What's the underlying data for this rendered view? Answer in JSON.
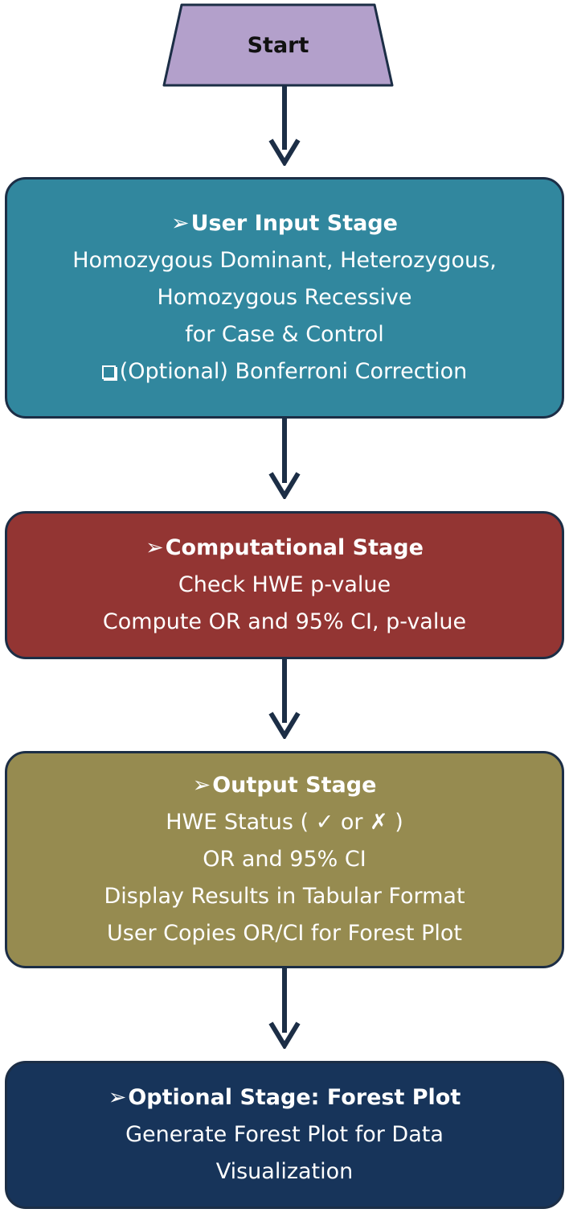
{
  "start": {
    "label": "Start",
    "fill": "#b3a0cb"
  },
  "arrow_color": "#1c2e46",
  "stages": {
    "input": {
      "bullet": "➢",
      "title": "User Input Stage",
      "lines": [
        "Homozygous Dominant, Heterozygous,",
        "Homozygous Recessive",
        "for Case & Control"
      ],
      "optional_line": "(Optional) Bonferroni Correction",
      "color": "#31879e"
    },
    "compute": {
      "bullet": "➢",
      "title": "Computational Stage",
      "lines": [
        "Check HWE p-value",
        "Compute OR and 95% CI, p-value"
      ],
      "color": "#933533"
    },
    "output": {
      "bullet": "➢",
      "title": "Output Stage",
      "lines": [
        "HWE Status ( ✓ or ✗ )",
        "OR and 95% CI",
        "Display Results in Tabular Format",
        "User Copies OR/CI for Forest Plot"
      ],
      "color": "#968b50"
    },
    "optional": {
      "bullet": "➢",
      "title": "Optional Stage: Forest Plot",
      "lines": [
        "Generate Forest Plot for Data",
        "Visualization"
      ],
      "color": "#17345a"
    }
  }
}
